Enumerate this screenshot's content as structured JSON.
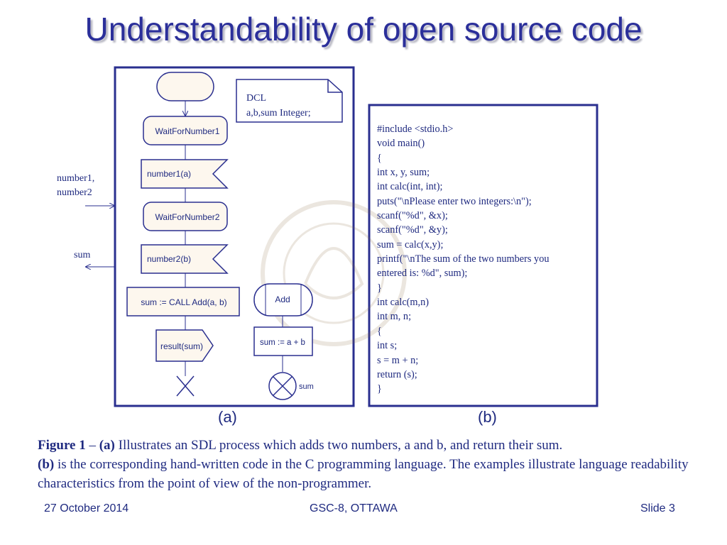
{
  "slide": {
    "title": "Understandability of open source code",
    "sdl": {
      "dcl_line1": "DCL",
      "dcl_line2": "a,b,sum Integer;",
      "wait1": "WaitForNumber1",
      "input1": "number1(a)",
      "wait2": "WaitForNumber2",
      "input2": "number2(b)",
      "call": "sum := CALL Add(a, b)",
      "output": "result(sum)",
      "proc_name": "Add",
      "proc_task": "sum := a + b",
      "proc_return": "sum",
      "signal_in_1": "number1,",
      "signal_in_2": "number2",
      "signal_out": "sum"
    },
    "code_lines": [
      "#include <stdio.h>",
      "void main()",
      "{",
      "int x, y, sum;",
      "int calc(int, int);",
      "puts(\"\\nPlease enter two integers:\\n\");",
      "scanf(\"%d\", &x);",
      "scanf(\"%d\", &y);",
      "sum = calc(x,y);",
      "printf(\"\\nThe sum of the two numbers you",
      "entered is: %d\", sum);",
      "}",
      "int calc(m,n)",
      "int m, n;",
      "{",
      "int s;",
      "s = m + n;",
      "return (s);",
      "}"
    ],
    "label_a": "(a)",
    "label_b": "(b)",
    "caption": {
      "figure": "Figure 1",
      "dash": " – ",
      "a_label": "(a)",
      "a_text": " Illustrates an SDL process which adds two numbers, a and b, and return their sum.",
      "b_label": "(b)",
      "b_text": " is the corresponding hand-written code in the C programming language. The  examples illustrate language readability characteristics from the point of view of the non-programmer."
    },
    "footer": {
      "date": "27 October 2014",
      "event": "GSC-8, OTTAWA",
      "slide": "Slide 3"
    },
    "colors": {
      "primary": "#2b2f9a",
      "text": "#1f2a80",
      "box_border": "#2a2f8f",
      "symbol_fill": "#fdf7ee"
    }
  }
}
